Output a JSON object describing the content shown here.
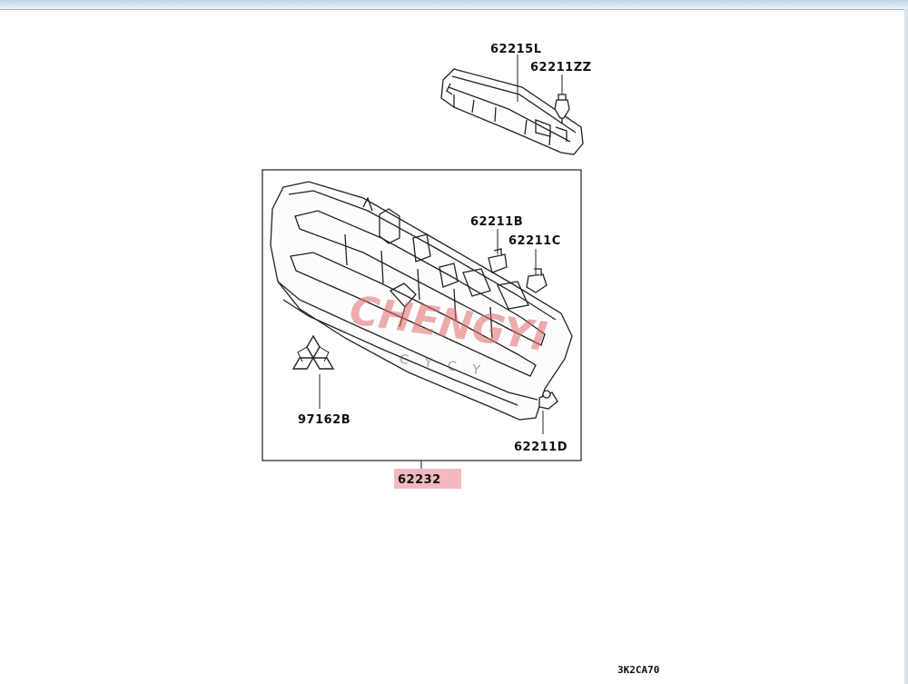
{
  "labels": {
    "part_62215L": "62215L",
    "part_62211ZZ": "62211ZZ",
    "part_62211B": "62211B",
    "part_62211C": "62211C",
    "part_97162B": "97162B",
    "part_62211D": "62211D",
    "part_62232": "62232"
  },
  "highlight_color": "#f4b8c0",
  "watermark": {
    "main": "CHENGYI",
    "sub": "CYCY"
  },
  "diagram_code": "3K2CA70"
}
